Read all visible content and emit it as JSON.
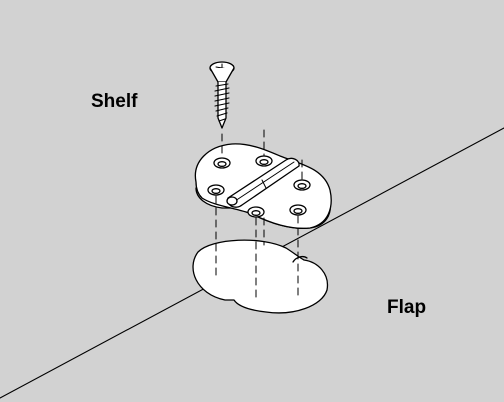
{
  "labels": {
    "shelf": "Shelf",
    "flap": "Flap"
  },
  "colors": {
    "background": "#d2d2d2",
    "line": "#000000",
    "fill": "#ffffff"
  },
  "parts": {
    "hinge": "flap-hinge",
    "screw": "countersunk-screw"
  }
}
